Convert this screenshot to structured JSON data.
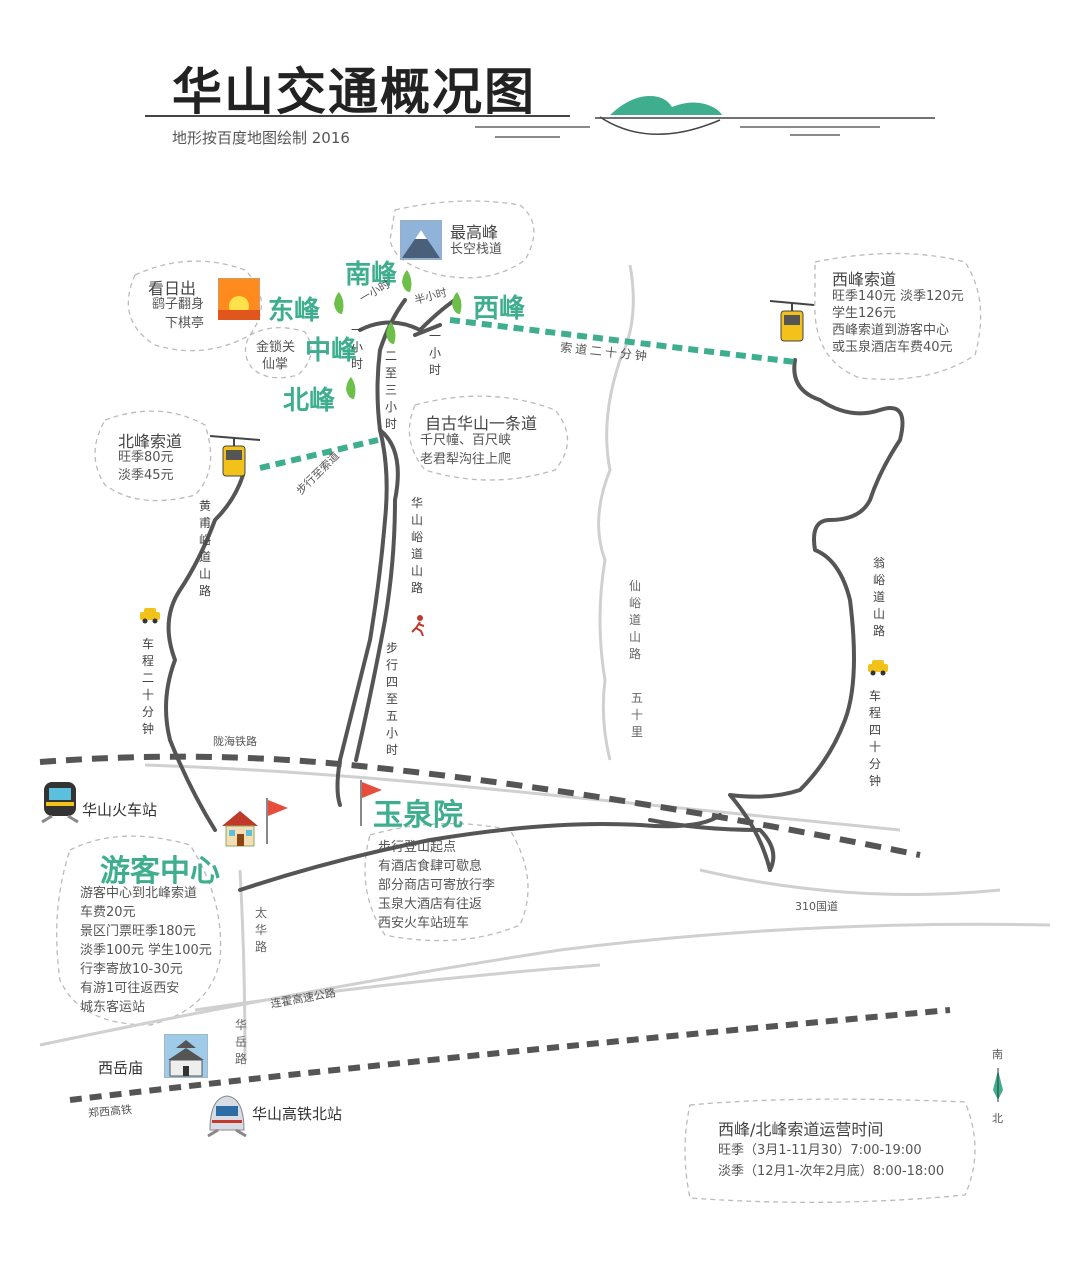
{
  "header": {
    "title": "华山交通概况图",
    "subtitle": "地形按百度地图绘制 2016"
  },
  "peaks": {
    "south": "南峰",
    "east": "东峰",
    "west": "西峰",
    "middle": "中峰",
    "north": "北峰"
  },
  "notes": {
    "highest_peak": {
      "title": "最高峰",
      "line1": "长空栈道"
    },
    "sunrise": {
      "title": "看日出",
      "line1": "鹞子翻身",
      "line2": "下棋亭"
    },
    "golden_pass": {
      "line1": "金锁关",
      "line2": "仙掌"
    },
    "west_cable": {
      "title": "西峰索道",
      "line1": "旺季140元 淡季120元",
      "line2": "学生126元",
      "line3": "西峰索道到游客中心",
      "line4": "或玉泉酒店车费40元"
    },
    "north_cable": {
      "title": "北峰索道",
      "line1": "旺季80元",
      "line2": "淡季45元"
    },
    "one_road": {
      "title": "自古华山一条道",
      "line1": "千尺幢、百尺峡",
      "line2": "老君犁沟往上爬"
    },
    "yuquan": {
      "line1": "步行登山起点",
      "line2": "有酒店食肆可歇息",
      "line3": "部分商店可寄放行李",
      "line4": "玉泉大酒店有往返",
      "line5": "西安火车站班车"
    },
    "visitor": {
      "title": "游客中心",
      "line1": "游客中心到北峰索道",
      "line2": "车费20元",
      "line3": "景区门票旺季180元",
      "line4": "淡季100元 学生100元",
      "line5": "行李寄放10-30元",
      "line6": "有游1可往返西安",
      "line7": "城东客运站"
    },
    "schedule": {
      "title": "西峰/北峰索道运营时间",
      "line1": "旺季（3月1-11月30）7:00-19:00",
      "line2": "淡季（12月1-次年2月底）8:00-18:00"
    }
  },
  "trail_labels": {
    "one_hour_a": "一小时",
    "half_hour": "半小时",
    "one_hour_b": "一小时",
    "one_hour_c": "一小时",
    "two_three_hours": "二至三小时",
    "cable_20": "索道二十分钟",
    "walk_to_cable": "步行至索道",
    "huangfu": "黄甫峪道山路",
    "drive_20": "车程二十分钟",
    "huashan_road": "华山峪道山路",
    "walk_4_5": "步行四至五小时",
    "xianyu": "仙峪道山路",
    "fifty_li": "五十里",
    "wengyu": "翁峪道山路",
    "drive_40": "车程四十分钟"
  },
  "roads": {
    "longhai": "陇海铁路",
    "taihua": "太华路",
    "g310": "310国道",
    "lianhuo": "连霍高速公路",
    "huayue": "华岳路",
    "zhengxi": "郑西高铁"
  },
  "places": {
    "train_station": "华山火车站",
    "yuquan": "玉泉院",
    "visitor_center": "游客中心",
    "xiyue": "西岳庙",
    "hsr_station": "华山高铁北站"
  },
  "compass": {
    "south": "南",
    "north": "北"
  },
  "colors": {
    "accent": "#3fae8f",
    "road": "#555555",
    "grey_road": "#cfcfcf",
    "cable": "#3fae8f"
  }
}
